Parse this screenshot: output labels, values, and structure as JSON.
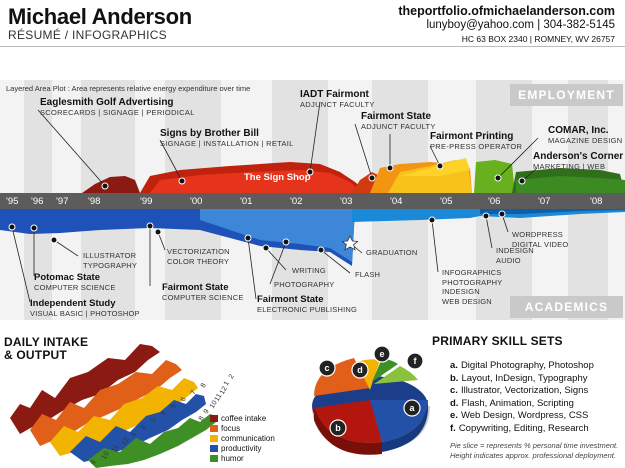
{
  "header": {
    "name": "Michael Anderson",
    "subtitle": "RÉSUMÉ / INFOGRAPHICS",
    "website": "theportfolio.ofmichaelanderson.com",
    "email_phone": "lunyboy@yahoo.com | 304-382-5145",
    "address": "HC 63 BOX 2340 | ROMNEY, WV 26757"
  },
  "graph": {
    "caption": "Layered Area Plot : Area represents relative energy expenditure over time",
    "employment_label": "EMPLOYMENT",
    "academics_label": "ACADEMICS",
    "years": [
      "'95",
      "'96",
      "'97",
      "'98",
      "'99",
      "'00",
      "'01",
      "'02",
      "'03",
      "'04",
      "'05",
      "'06",
      "'07",
      "'08"
    ],
    "employment": [
      {
        "title": "Eaglesmith Golf Advertising",
        "sub": "SCORECARDS | SIGNAGE | PERIODICAL"
      },
      {
        "title": "Signs by Brother Bill",
        "sub": "SIGNAGE | INSTALLATION | RETAIL"
      },
      {
        "title": "IADT Fairmont",
        "sub": "ADJUNCT FACULTY"
      },
      {
        "title": "Fairmont State",
        "sub": "ADJUNCT FACULTY"
      },
      {
        "title": "Fairmont Printing",
        "sub": "PRE-PRESS OPERATOR"
      },
      {
        "title": "COMAR, Inc.",
        "sub": "MAGAZINE DESIGN"
      },
      {
        "title": "Anderson's Corner",
        "sub": "MARKETING | WEB"
      }
    ],
    "sign_shop": "The Sign Shop",
    "academics": [
      {
        "title": "Independent Study",
        "sub": "VISUAL BASIC | PHOTOSHOP"
      },
      {
        "title": "Potomac State",
        "sub": "COMPUTER SCIENCE"
      },
      {
        "title": "Fairmont State",
        "sub": "COMPUTER SCIENCE"
      },
      {
        "title": "Fairmont State",
        "sub": "ELECTRONIC PUBLISHING"
      }
    ],
    "skills_notes": {
      "illustrator": [
        "ILLUSTRATOR",
        "TYPOGRAPHY"
      ],
      "vectorization": [
        "VECTORIZATION",
        "COLOR THEORY"
      ],
      "writing": "WRITING",
      "photography": "PHOTOGRAPHY",
      "flash": "FLASH",
      "graduation": "GRADUATION",
      "infographics": [
        "INFOGRAPHICS",
        "PHOTOGRAPHY",
        "INDESIGN",
        "WEB DESIGN"
      ],
      "indesign": [
        "INDESIGN",
        "AUDIO"
      ],
      "wordpress": [
        "WORDPRESS",
        "DIGITAL VIDEO"
      ]
    }
  },
  "daily": {
    "title_line1": "DAILY INTAKE",
    "title_line2": "& OUTPUT",
    "x_ticks": [
      "9",
      "10",
      "11",
      "12",
      "1",
      "2",
      "3",
      "4",
      "5",
      "6",
      "7",
      "8"
    ],
    "z_ticks": [
      "8",
      "9",
      "10",
      "11",
      "12",
      "1",
      "2"
    ],
    "legend": [
      {
        "label": "coffee intake",
        "color": "#8b1a12"
      },
      {
        "label": "focus",
        "color": "#e0601a"
      },
      {
        "label": "communication",
        "color": "#f2b400"
      },
      {
        "label": "productivity",
        "color": "#2351a8"
      },
      {
        "label": "humor",
        "color": "#3f8f27"
      }
    ]
  },
  "skills": {
    "title": "PRIMARY SKILL SETS",
    "items": [
      {
        "letter": "a.",
        "text": "Digital Photography, Photoshop"
      },
      {
        "letter": "b.",
        "text": "Layout, InDesign, Typography"
      },
      {
        "letter": "c.",
        "text": "Illustrator, Vectorization, Signs"
      },
      {
        "letter": "d.",
        "text": "Flash, Animation, Scripting"
      },
      {
        "letter": "e.",
        "text": "Web Design, Wordpress, CSS"
      },
      {
        "letter": "f.",
        "text": "Copywriting, Editing, Research"
      }
    ],
    "note_line1": "Pie slice = represents % personal time investment.",
    "note_line2": "Height indicates approx. professional deployment.",
    "pie_labels": [
      "a",
      "b",
      "c",
      "d",
      "e",
      "f"
    ]
  }
}
